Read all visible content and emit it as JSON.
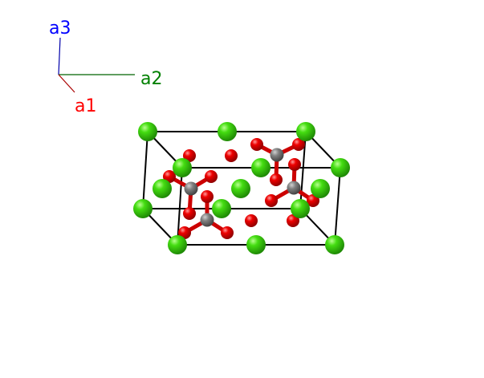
{
  "axes": {
    "a1": {
      "label": "a1",
      "color": "#ff0000"
    },
    "a2": {
      "label": "a2",
      "color": "#008000"
    },
    "a3": {
      "label": "a3",
      "color": "#0000ff"
    }
  },
  "colors": {
    "green_atom": "#33dd11",
    "red_atom": "#ee0000",
    "gray_atom": "#777777",
    "cell_line": "#000000"
  }
}
